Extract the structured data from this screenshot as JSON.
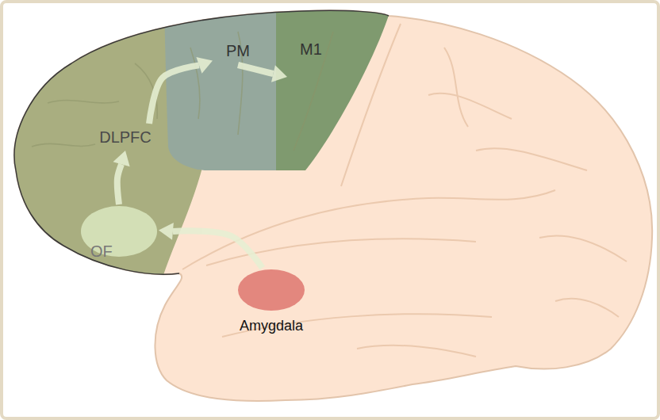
{
  "diagram": {
    "nodes": [
      {
        "text": [
          "DLPFC"
        ]
      },
      {
        "text": [
          "PM"
        ]
      },
      {
        "text": [
          "M1"
        ]
      },
      {
        "text": [
          "OF"
        ]
      },
      {
        "text": [
          "Amygdala"
        ]
      }
    ],
    "edges": [
      {
        "from": 4,
        "to": 3,
        "arrow": "to"
      },
      {
        "from": 3,
        "to": 0,
        "arrow": "to"
      },
      {
        "from": 0,
        "to": 1,
        "arrow": "to"
      },
      {
        "from": 1,
        "to": 2,
        "arrow": "to"
      }
    ]
  }
}
